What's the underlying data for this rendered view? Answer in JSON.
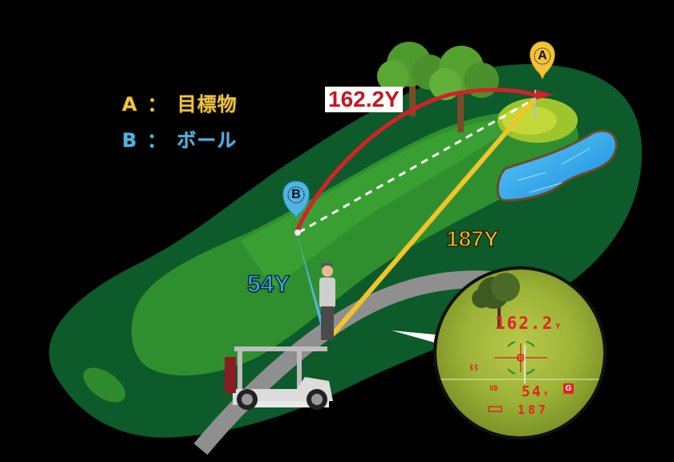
{
  "legend": {
    "a": {
      "key": "A",
      "separator": "：",
      "label": "目標物",
      "color": "#f3c43a"
    },
    "b": {
      "key": "B",
      "separator": "：",
      "label": "ボール",
      "color": "#4fb4e4"
    }
  },
  "markers": {
    "target_pin": {
      "letter": "A",
      "color": "#f3c43a"
    },
    "ball_pin": {
      "letter": "B",
      "color": "#4fb4e4"
    }
  },
  "distances": {
    "ball_to_target": {
      "value": "162.2Y",
      "color": "#c8161f"
    },
    "player_to_ball": {
      "value": "54Y",
      "color": "#3fa8dc"
    },
    "player_to_target": {
      "value": "187Y",
      "color": "#f4c52a"
    }
  },
  "scope": {
    "main_distance": "162.2",
    "main_unit": "Y",
    "mode_label": "VD",
    "ball_distance": "54",
    "ball_unit": "Y",
    "total_distance": "187",
    "mode_badge": "G",
    "display_color": "#e4241f"
  },
  "icons": {
    "target": "location-pin-icon",
    "ball": "location-pin-icon",
    "flag": "flag-icon",
    "battery": "battery-icon",
    "vibration": "vibration-icon",
    "crosshair": "crosshair-icon"
  }
}
